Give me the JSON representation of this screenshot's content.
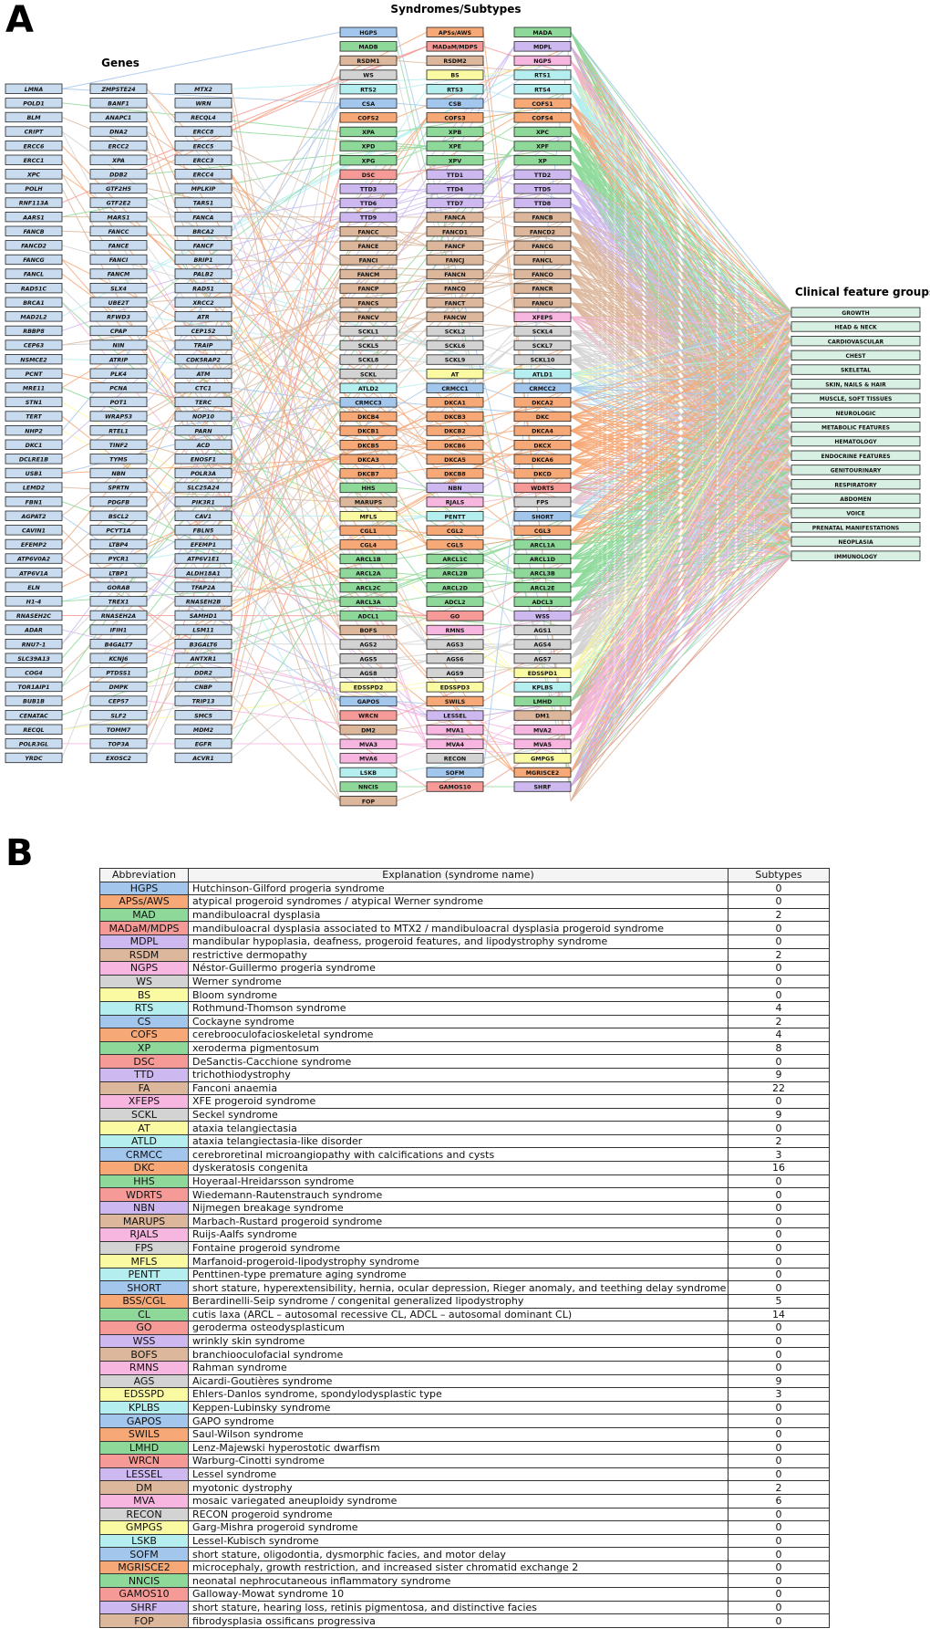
{
  "panel_a": {
    "letter": "A",
    "headers": {
      "genes": "Genes",
      "syndromes": "Syndromes/Subtypes",
      "clinical": "Clinical feature groups"
    },
    "genes": [
      [
        "LMNA",
        "POLD1",
        "BLM",
        "CRIPT",
        "ERCC6",
        "ERCC1",
        "XPC",
        "POLH",
        "RNF113A",
        "AARS1",
        "FANCB",
        "FANCD2",
        "FANCG",
        "FANCL",
        "RAD51C",
        "BRCA1",
        "MAD2L2",
        "RBBP8",
        "CEP63",
        "NSMCE2",
        "PCNT",
        "MRE11",
        "STN1",
        "TERT",
        "NHP2",
        "DKC1",
        "DCLRE1B",
        "USB1",
        "LEMD2",
        "FBN1",
        "AGPAT2",
        "CAVIN1",
        "EFEMP2",
        "ATP6V0A2",
        "ATP6V1A",
        "ELN",
        "H1-4",
        "RNASEH2C",
        "ADAR",
        "RNU7-1",
        "SLC39A13",
        "COG4",
        "TOR1AIP1",
        "BUB1B",
        "CENATAC",
        "RECQL",
        "POLR3GL",
        "YRDC"
      ],
      [
        "ZMPSTE24",
        "BANF1",
        "ANAPC1",
        "DNA2",
        "ERCC2",
        "XPA",
        "DDB2",
        "GTF2H5",
        "GTF2E2",
        "MARS1",
        "FANCC",
        "FANCE",
        "FANCI",
        "FANCM",
        "SLX4",
        "UBE2T",
        "RFWD3",
        "CPAP",
        "NIN",
        "ATRIP",
        "PLK4",
        "PCNA",
        "POT1",
        "WRAP53",
        "RTEL1",
        "TINF2",
        "TYMS",
        "NBN",
        "SPRTN",
        "PDGFB",
        "BSCL2",
        "PCYT1A",
        "LTBP4",
        "PYCR1",
        "LTBP1",
        "GORAB",
        "TREX1",
        "RNASEH2A",
        "IFIH1",
        "B4GALT7",
        "KCNJ6",
        "PTDSS1",
        "DMPK",
        "CEP57",
        "SLF2",
        "TOMM7",
        "TOP3A",
        "EXOSC2"
      ],
      [
        "MTX2",
        "WRN",
        "RECQL4",
        "ERCC8",
        "ERCC5",
        "ERCC3",
        "ERCC4",
        "MPLKIP",
        "TARS1",
        "FANCA",
        "BRCA2",
        "FANCF",
        "BRIP1",
        "PALB2",
        "RAD51",
        "XRCC2",
        "ATR",
        "CEP152",
        "TRAIP",
        "CDK5RAP2",
        "ATM",
        "CTC1",
        "TERC",
        "NOP10",
        "PARN",
        "ACD",
        "ENOSF1",
        "POLR3A",
        "SLC25A24",
        "PIK3R1",
        "CAV1",
        "FBLN5",
        "EFEMP1",
        "ATP6V1E1",
        "ALDH18A1",
        "TFAP2A",
        "RNASEH2B",
        "SAMHD1",
        "LSM11",
        "B3GALT6",
        "ANTXR1",
        "DDR2",
        "CNBP",
        "TRIP13",
        "SMC5",
        "MDM2",
        "EGFR",
        "ACVR1"
      ]
    ],
    "syndromes": [
      [
        "HGPS",
        "MADB",
        "RSDM1",
        "WS",
        "RTS2",
        "CSA",
        "COFS2",
        "XPA",
        "XPD",
        "XPG",
        "DSC",
        "TTD3",
        "TTD6",
        "TTD9",
        "FANCC",
        "FANCE",
        "FANCI",
        "FANCM",
        "FANCP",
        "FANCS",
        "FANCV",
        "SCKL1",
        "SCKL5",
        "SCKL8",
        "SCKL",
        "ATLD2",
        "CRMCC3",
        "DKCB4",
        "DKCB1",
        "DKCB5",
        "DKCA3",
        "DKCB7",
        "HHS",
        "MARUPS",
        "MFLS",
        "CGL1",
        "CGL4",
        "ARCL1B",
        "ARCL2A",
        "ARCL2C",
        "ARCL3A",
        "ADCL1",
        "BOFS",
        "AGS2",
        "AGS5",
        "AGS8",
        "EDSSPD2",
        "GAPOS",
        "WRCN",
        "DM2",
        "MVA3",
        "MVA6",
        "LSKB",
        "NNCIS",
        "FOP"
      ],
      [
        "APSs/AWS",
        "MADaM/MDPS",
        "RSDM2",
        "BS",
        "RTS3",
        "CSB",
        "COFS3",
        "XPB",
        "XPE",
        "XPV",
        "TTD1",
        "TTD4",
        "TTD7",
        "FANCA",
        "FANCD1",
        "FANCF",
        "FANCJ",
        "FANCN",
        "FANCQ",
        "FANCT",
        "FANCW",
        "SCKL2",
        "SCKL6",
        "SCKL9",
        "AT",
        "CRMCC1",
        "DKCA1",
        "DKCB3",
        "DKCB2",
        "DKCB6",
        "DKCA5",
        "DKCB8",
        "NBN",
        "RJALS",
        "PENTT",
        "CGL2",
        "CGL5",
        "ARCL1C",
        "ARCL2B",
        "ARCL2D",
        "ADCL2",
        "GO",
        "RMNS",
        "AGS3",
        "AGS6",
        "AGS9",
        "EDSSPD3",
        "SWILS",
        "LESSEL",
        "MVA1",
        "MVA4",
        "RECON",
        "SOFM",
        "GAMOS10"
      ],
      [
        "MADA",
        "MDPL",
        "NGPS",
        "RTS1",
        "RTS4",
        "COFS1",
        "COFS4",
        "XPC",
        "XPF",
        "XP",
        "TTD2",
        "TTD5",
        "TTD8",
        "FANCB",
        "FANCD2",
        "FANCG",
        "FANCL",
        "FANCO",
        "FANCR",
        "FANCU",
        "XFEPS",
        "SCKL4",
        "SCKL7",
        "SCKL10",
        "ATLD1",
        "CRMCC2",
        "DKCA2",
        "DKC",
        "DKCA4",
        "DKCX",
        "DKCA6",
        "DKCD",
        "WDRTS",
        "FPS",
        "SHORT",
        "CGL3",
        "ARCL1A",
        "ARCL1D",
        "ARCL3B",
        "ARCL2E",
        "ADCL3",
        "WSS",
        "AGS1",
        "AGS4",
        "AGS7",
        "EDSSPD1",
        "KPLBS",
        "LMHD",
        "DM1",
        "MVA2",
        "MVA5",
        "GMPGS",
        "MGRISCE2",
        "SHRF"
      ]
    ],
    "clinical_groups": [
      "GROWTH",
      "HEAD & NECK",
      "CARDIOVASCULAR",
      "CHEST",
      "SKELETAL",
      "SKIN, NAILS & HAIR",
      "MUSCLE, SOFT TISSUES",
      "NEUROLOGIC",
      "METABOLIC FEATURES",
      "HEMATOLOGY",
      "ENDOCRINE FEATURES",
      "GENITOURINARY",
      "RESPIRATORY",
      "ABDOMEN",
      "VOICE",
      "PRENATAL MANIFESTATIONS",
      "NEOPLASIA",
      "IMMUNOLOGY"
    ],
    "colors": {
      "gene_box": "#c9dcef",
      "clinical_box": "#d8f0e4",
      "box_border": "#222222"
    }
  },
  "panel_b": {
    "letter": "B",
    "headers": {
      "abbreviation": "Abbreviation",
      "explanation": "Explanation (syndrome name)",
      "subtypes": "Subtypes"
    },
    "rows": [
      {
        "abbr": "HGPS",
        "name": "Hutchinson-Gilford progeria syndrome",
        "subtypes": "0",
        "color": "#a3c6ec"
      },
      {
        "abbr": "APSs/AWS",
        "name": "atypical progeroid syndromes / atypical Werner syndrome",
        "subtypes": "0",
        "color": "#f7a877"
      },
      {
        "abbr": "MAD",
        "name": "mandibuloacral dysplasia",
        "subtypes": "2",
        "color": "#8ed99a"
      },
      {
        "abbr": "MADaM/MDPS",
        "name": "mandibuloacral dysplasia associated to MTX2 / mandibuloacral dysplasia progeroid syndrome",
        "subtypes": "0",
        "color": "#f59a96"
      },
      {
        "abbr": "MDPL",
        "name": "mandibular hypoplasia, deafness, progeroid features, and lipodystrophy syndrome",
        "subtypes": "0",
        "color": "#cdb8ef"
      },
      {
        "abbr": "RSDM",
        "name": "restrictive dermopathy",
        "subtypes": "2",
        "color": "#dcb79c"
      },
      {
        "abbr": "NGPS",
        "name": "Néstor-Guillermo progeria syndrome",
        "subtypes": "0",
        "color": "#f7b6df"
      },
      {
        "abbr": "WS",
        "name": "Werner syndrome",
        "subtypes": "0",
        "color": "#d3d3d3"
      },
      {
        "abbr": "BS",
        "name": "Bloom syndrome",
        "subtypes": "0",
        "color": "#fafaa3"
      },
      {
        "abbr": "RTS",
        "name": "Rothmund-Thomson syndrome",
        "subtypes": "4",
        "color": "#b5eeee"
      },
      {
        "abbr": "CS",
        "name": "Cockayne syndrome",
        "subtypes": "2",
        "color": "#a3c6ec"
      },
      {
        "abbr": "COFS",
        "name": "cerebrooculofacioskeletal syndrome",
        "subtypes": "4",
        "color": "#f7a877"
      },
      {
        "abbr": "XP",
        "name": "xeroderma pigmentosum",
        "subtypes": "8",
        "color": "#8ed99a"
      },
      {
        "abbr": "DSC",
        "name": "DeSanctis-Cacchione syndrome",
        "subtypes": "0",
        "color": "#f59a96"
      },
      {
        "abbr": "TTD",
        "name": "trichothiodystrophy",
        "subtypes": "9",
        "color": "#cdb8ef"
      },
      {
        "abbr": "FA",
        "name": "Fanconi anaemia",
        "subtypes": "22",
        "color": "#dcb79c"
      },
      {
        "abbr": "XFEPS",
        "name": "XFE progeroid syndrome",
        "subtypes": "0",
        "color": "#f7b6df"
      },
      {
        "abbr": "SCKL",
        "name": "Seckel syndrome",
        "subtypes": "9",
        "color": "#d3d3d3"
      },
      {
        "abbr": "AT",
        "name": "ataxia telangiectasia",
        "subtypes": "0",
        "color": "#fafaa3"
      },
      {
        "abbr": "ATLD",
        "name": "ataxia telangiectasia-like disorder",
        "subtypes": "2",
        "color": "#b5eeee"
      },
      {
        "abbr": "CRMCC",
        "name": "cerebroretinal microangiopathy with calcifications and cysts",
        "subtypes": "3",
        "color": "#a3c6ec"
      },
      {
        "abbr": "DKC",
        "name": "dyskeratosis congenita",
        "subtypes": "16",
        "color": "#f7a877"
      },
      {
        "abbr": "HHS",
        "name": "Hoyeraal-Hreidarsson syndrome",
        "subtypes": "0",
        "color": "#8ed99a"
      },
      {
        "abbr": "WDRTS",
        "name": "Wiedemann-Rautenstrauch syndrome",
        "subtypes": "0",
        "color": "#f59a96"
      },
      {
        "abbr": "NBN",
        "name": "Nijmegen breakage syndrome",
        "subtypes": "0",
        "color": "#cdb8ef"
      },
      {
        "abbr": "MARUPS",
        "name": "Marbach-Rustard progeroid syndrome",
        "subtypes": "0",
        "color": "#dcb79c"
      },
      {
        "abbr": "RJALS",
        "name": "Ruijs-Aalfs syndrome",
        "subtypes": "0",
        "color": "#f7b6df"
      },
      {
        "abbr": "FPS",
        "name": "Fontaine progeroid syndrome",
        "subtypes": "0",
        "color": "#d3d3d3"
      },
      {
        "abbr": "MFLS",
        "name": "Marfanoid-progeroid-lipodystrophy syndrome",
        "subtypes": "0",
        "color": "#fafaa3"
      },
      {
        "abbr": "PENTT",
        "name": "Penttinen-type premature aging syndrome",
        "subtypes": "0",
        "color": "#b5eeee"
      },
      {
        "abbr": "SHORT",
        "name": "short stature, hyperextensibility, hernia, ocular depression, Rieger anomaly, and teething delay syndrome",
        "subtypes": "0",
        "color": "#a3c6ec"
      },
      {
        "abbr": "BSS/CGL",
        "name": "Berardinelli-Seip syndrome / congenital generalized lipodystrophy",
        "subtypes": "5",
        "color": "#f7a877"
      },
      {
        "abbr": "CL",
        "name": "cutis laxa (ARCL – autosomal recessive CL, ADCL – autosomal dominant CL)",
        "subtypes": "14",
        "color": "#8ed99a"
      },
      {
        "abbr": "GO",
        "name": "geroderma osteodysplasticum",
        "subtypes": "0",
        "color": "#f59a96"
      },
      {
        "abbr": "WSS",
        "name": "wrinkly skin syndrome",
        "subtypes": "0",
        "color": "#cdb8ef"
      },
      {
        "abbr": "BOFS",
        "name": "branchiooculofacial syndrome",
        "subtypes": "0",
        "color": "#dcb79c"
      },
      {
        "abbr": "RMNS",
        "name": "Rahman syndrome",
        "subtypes": "0",
        "color": "#f7b6df"
      },
      {
        "abbr": "AGS",
        "name": "Aicardi-Goutières syndrome",
        "subtypes": "9",
        "color": "#d3d3d3"
      },
      {
        "abbr": "EDSSPD",
        "name": "Ehlers-Danlos syndrome, spondylodysplastic type",
        "subtypes": "3",
        "color": "#fafaa3"
      },
      {
        "abbr": "KPLBS",
        "name": "Keppen-Lubinsky syndrome",
        "subtypes": "0",
        "color": "#b5eeee"
      },
      {
        "abbr": "GAPOS",
        "name": "GAPO syndrome",
        "subtypes": "0",
        "color": "#a3c6ec"
      },
      {
        "abbr": "SWILS",
        "name": "Saul-Wilson syndrome",
        "subtypes": "0",
        "color": "#f7a877"
      },
      {
        "abbr": "LMHD",
        "name": "Lenz-Majewski hyperostotic dwarfism",
        "subtypes": "0",
        "color": "#8ed99a"
      },
      {
        "abbr": "WRCN",
        "name": "Warburg-Cinotti syndrome",
        "subtypes": "0",
        "color": "#f59a96"
      },
      {
        "abbr": "LESSEL",
        "name": "Lessel syndrome",
        "subtypes": "0",
        "color": "#cdb8ef"
      },
      {
        "abbr": "DM",
        "name": "myotonic dystrophy",
        "subtypes": "2",
        "color": "#dcb79c"
      },
      {
        "abbr": "MVA",
        "name": "mosaic variegated aneuploidy syndrome",
        "subtypes": "6",
        "color": "#f7b6df"
      },
      {
        "abbr": "RECON",
        "name": "RECON progeroid syndrome",
        "subtypes": "0",
        "color": "#d3d3d3"
      },
      {
        "abbr": "GMPGS",
        "name": "Garg-Mishra progeroid syndrome",
        "subtypes": "0",
        "color": "#fafaa3"
      },
      {
        "abbr": "LSKB",
        "name": "Lessel-Kubisch syndrome",
        "subtypes": "0",
        "color": "#b5eeee"
      },
      {
        "abbr": "SOFM",
        "name": "short stature, oligodontia, dysmorphic facies, and motor delay",
        "subtypes": "0",
        "color": "#a3c6ec"
      },
      {
        "abbr": "MGRISCE2",
        "name": "microcephaly, growth restriction, and increased sister chromatid exchange 2",
        "subtypes": "0",
        "color": "#f7a877"
      },
      {
        "abbr": "NNCIS",
        "name": "neonatal nephrocutaneous inflammatory syndrome",
        "subtypes": "0",
        "color": "#8ed99a"
      },
      {
        "abbr": "GAMOS10",
        "name": "Galloway-Mowat syndrome 10",
        "subtypes": "0",
        "color": "#f59a96"
      },
      {
        "abbr": "SHRF",
        "name": "short stature, hearing loss, retinis pigmentosa, and distinctive facies",
        "subtypes": "0",
        "color": "#cdb8ef"
      },
      {
        "abbr": "FOP",
        "name": "fibrodysplasia ossificans progressiva",
        "subtypes": "0",
        "color": "#dcb79c"
      }
    ]
  }
}
